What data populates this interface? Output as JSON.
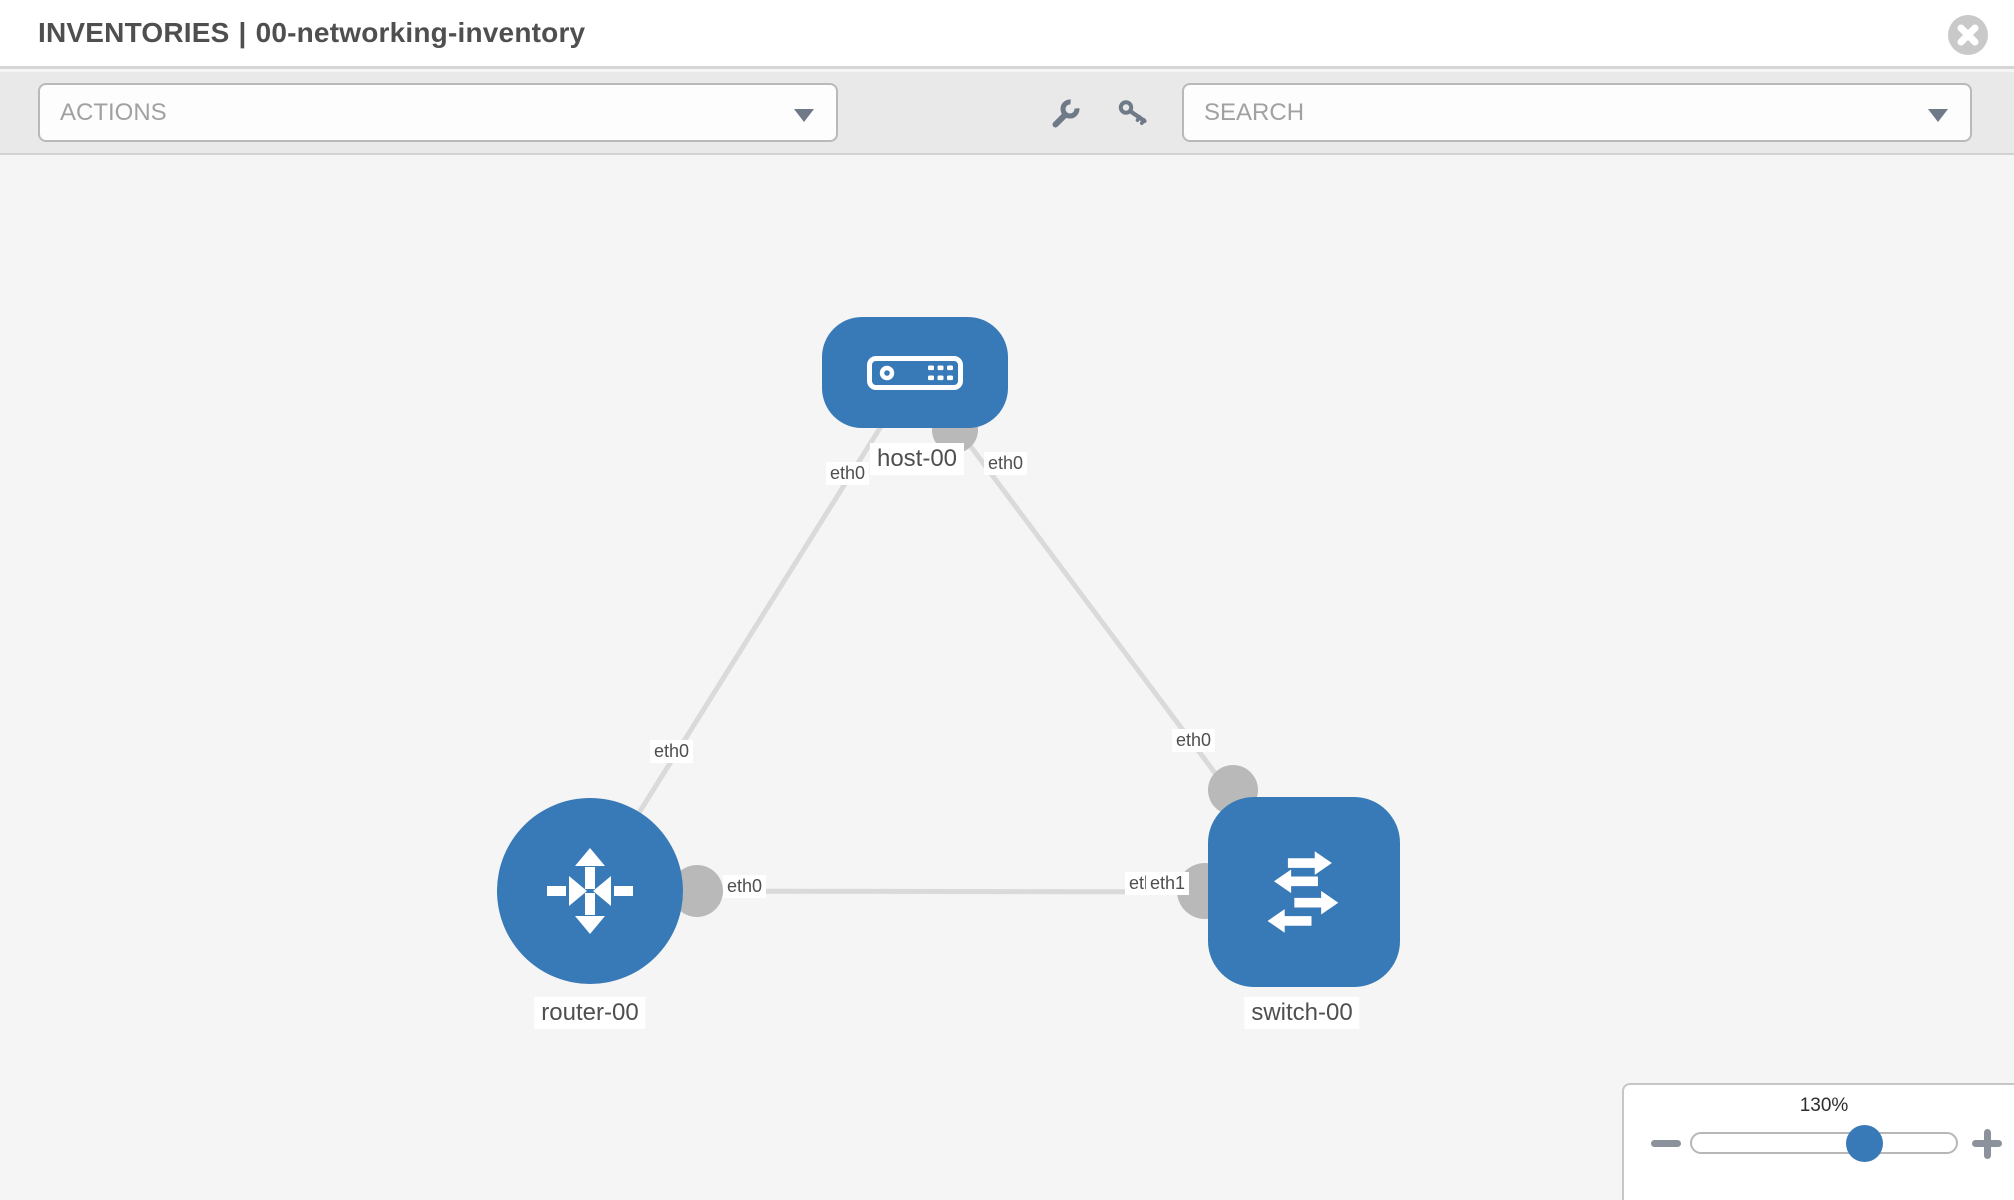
{
  "header": {
    "title_prefix": "INVENTORIES",
    "title_separator": "|",
    "title_name": "00-networking-inventory"
  },
  "toolbar": {
    "actions_placeholder": "ACTIONS",
    "search_placeholder": "SEARCH"
  },
  "icons": {
    "close": "circle-x-icon",
    "wrench": "wrench-icon",
    "key": "key-icon",
    "select_caret": "chevron-down-icon",
    "zoom_out": "minus-icon",
    "zoom_in": "plus-icon"
  },
  "topology": {
    "nodes": [
      {
        "label": "host-00",
        "type": "host"
      },
      {
        "label": "router-00",
        "type": "router"
      },
      {
        "label": "switch-00",
        "type": "switch"
      }
    ],
    "links": [
      {
        "from": "host-00",
        "to": "router-00",
        "from_interface": "eth0",
        "to_interface": "eth0"
      },
      {
        "from": "host-00",
        "to": "switch-00",
        "from_interface": "eth0",
        "to_interface": "eth0"
      },
      {
        "from": "router-00",
        "to": "switch-00",
        "from_interface": "eth0",
        "to_interface": "eth1"
      }
    ],
    "interface_labels": {
      "host_left": "eth0",
      "host_right": "eth0",
      "host_router_mid": "eth0",
      "host_switch_mid": "eth0",
      "router_right": "eth0",
      "switch_left_back": "eth0",
      "switch_left_front": "eth1"
    }
  },
  "zoom_control": {
    "level": "130%"
  },
  "colors": {
    "node_blue": "#3879b7",
    "link_gray": "#dadada",
    "port_gray": "#b9b9b9",
    "toolbar_bg": "#e9e9e9",
    "canvas_bg": "#f5f5f6"
  }
}
